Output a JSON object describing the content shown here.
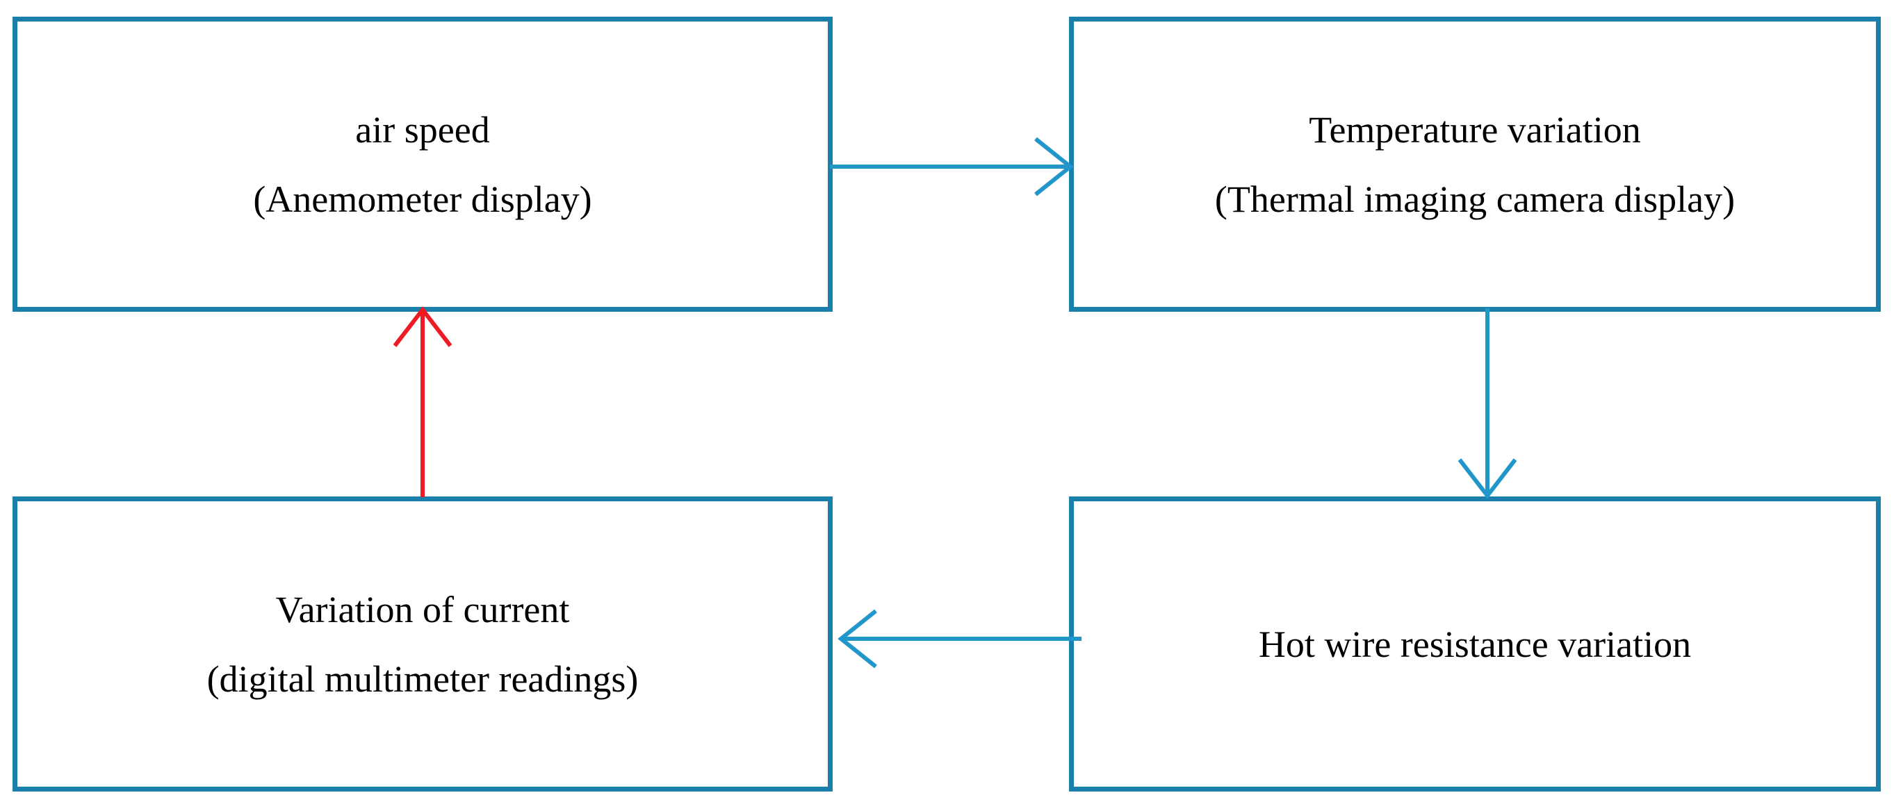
{
  "diagram": {
    "type": "flowchart",
    "title": "",
    "nodes": [
      {
        "id": "air-speed",
        "line1": "air speed",
        "line2": "(Anemometer display)"
      },
      {
        "id": "temperature",
        "line1": "Temperature variation",
        "line2": "(Thermal imaging camera display)"
      },
      {
        "id": "current",
        "line1": "Variation of current",
        "line2": "(digital multimeter readings)"
      },
      {
        "id": "hotwire",
        "line1": "Hot wire resistance variation",
        "line2": ""
      }
    ],
    "edges": [
      {
        "id": "air-speed-to-temperature",
        "from": "air-speed",
        "to": "temperature",
        "direction": "right",
        "color": "#2196c9"
      },
      {
        "id": "temperature-to-hotwire",
        "from": "temperature",
        "to": "hotwire",
        "direction": "down",
        "color": "#2196c9"
      },
      {
        "id": "hotwire-to-current",
        "from": "hotwire",
        "to": "current",
        "direction": "left",
        "color": "#2196c9"
      },
      {
        "id": "current-to-air-speed",
        "from": "current",
        "to": "air-speed",
        "direction": "up",
        "color": "#ee1b24"
      }
    ],
    "colors": {
      "node_border": "#1b7fab",
      "node_fill": "#ffffff",
      "arrow_blue": "#2196c9",
      "arrow_red": "#ee1b24",
      "text": "#000000"
    }
  }
}
